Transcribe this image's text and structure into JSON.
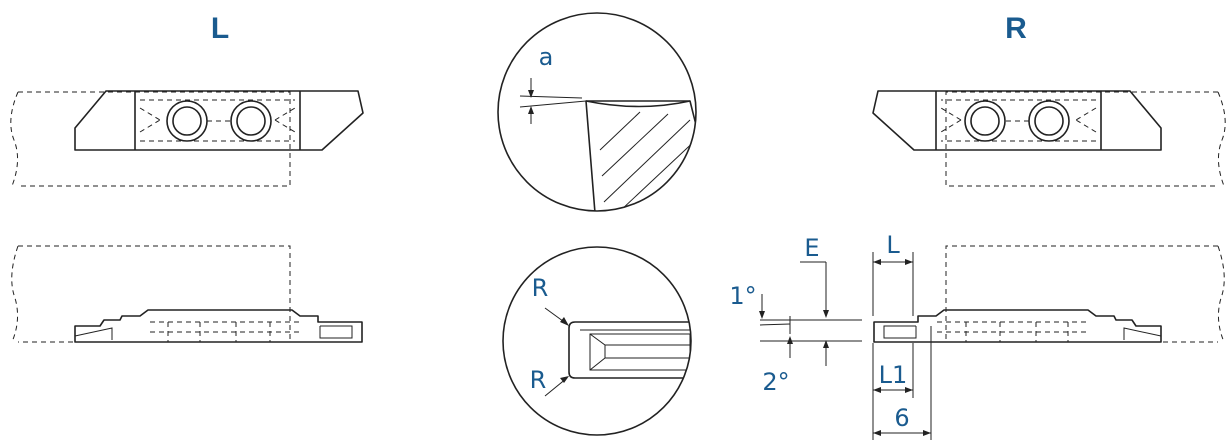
{
  "headings": {
    "left": "L",
    "right": "R"
  },
  "labels": {
    "angle_a": "a",
    "corner_r_top": "R",
    "corner_r_bottom": "R",
    "dim_e": "E",
    "dim_l": "L",
    "angle_1": "1°",
    "angle_2": "2°",
    "dim_l1": "L1",
    "dim_6": "6"
  },
  "colors": {
    "label": "#1a5b8f",
    "line": "#222222"
  }
}
